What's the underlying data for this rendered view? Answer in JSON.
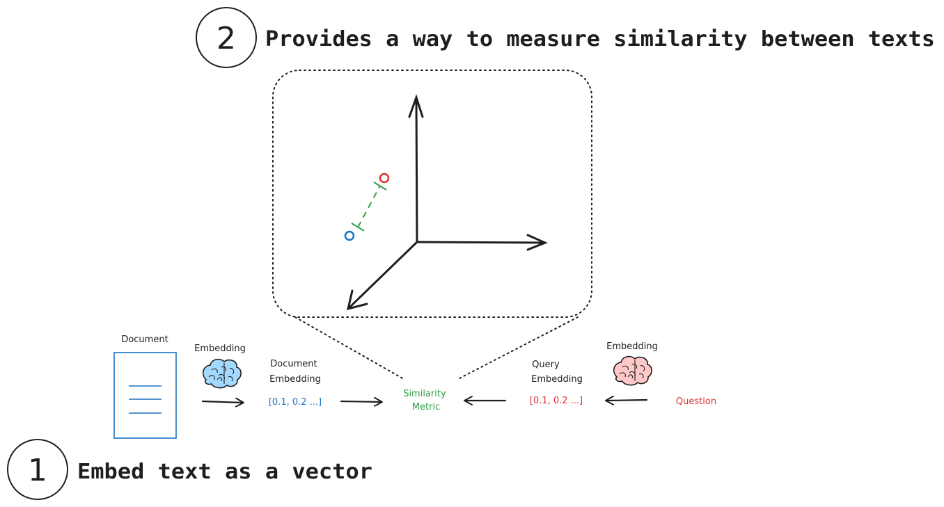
{
  "steps": [
    {
      "number": "1",
      "text": "Embed text as a vector"
    },
    {
      "number": "2",
      "text": "Provides a way to measure similarity between texts"
    }
  ],
  "diagram": {
    "document_label": "Document",
    "doc_embedding_label": "Embedding",
    "doc_vector_title_line1": "Document",
    "doc_vector_title_line2": "Embedding",
    "doc_vector": "[0.1, 0.2 ...]",
    "similarity_line1": "Similarity",
    "similarity_line2": "Metric",
    "query_vector_title_line1": "Query",
    "query_vector_title_line2": "Embedding",
    "query_vector": "[0.1, 0.2 ...]",
    "query_embedding_label": "Embedding",
    "question_label": "Question"
  },
  "colors": {
    "ink": "#1e1e1e",
    "doc_blue": "#1971c2",
    "query_red": "#e03131",
    "metric_green": "#2f9e44",
    "brain_blue_fill": "#a5d8ff",
    "brain_pink_fill": "#ffc9c9"
  },
  "icons": [
    "document-icon",
    "brain-icon",
    "arrow-icon"
  ]
}
